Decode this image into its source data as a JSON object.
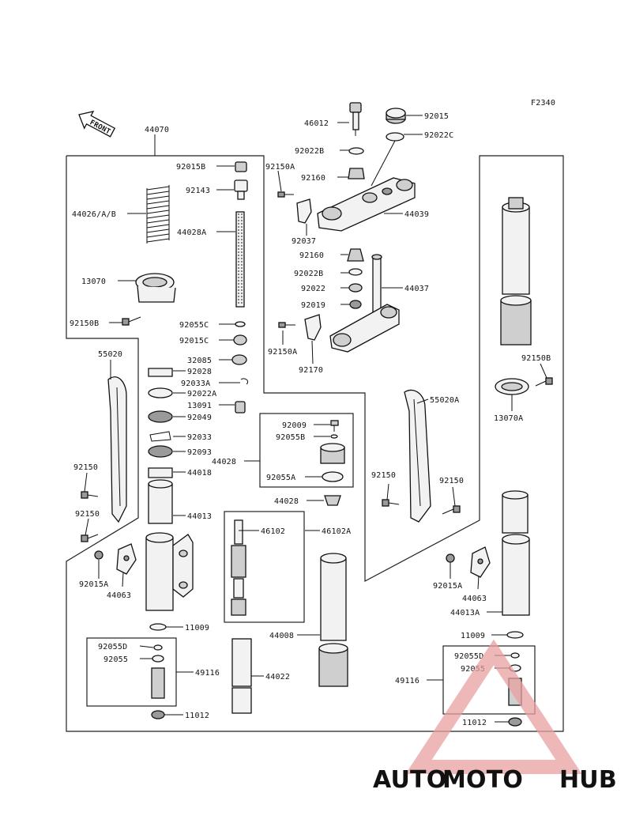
{
  "figure_code": "F2340",
  "front_label": "FRONT",
  "watermark": {
    "part1": "AUTO",
    "part2": "MOTO",
    "part3": "HUB",
    "color1": "#f0b040",
    "color2": "#e07070",
    "color3": "#555555"
  },
  "labels": {
    "l44070": "44070",
    "l46012": "46012",
    "l92015": "92015",
    "l92022C": "92022C",
    "l92015B_top": "92015B",
    "l92022B_a": "92022B",
    "l92150A_a": "92150A",
    "l92143": "92143",
    "l92160_a": "92160",
    "l44039": "44039",
    "l44026": "44026/A/B",
    "l44028A": "44028A",
    "l92037": "92037",
    "l92160_b": "92160",
    "l92022B_b": "92022B",
    "l44037": "44037",
    "l92022": "92022",
    "l92019": "92019",
    "l13070": "13070",
    "l92150B_l": "92150B",
    "l92055C": "92055C",
    "l92015C": "92015C",
    "l92150A_b": "92150A",
    "l92170": "92170",
    "l55020": "55020",
    "l32085": "32085",
    "l92028": "92028",
    "l92033A": "92033A",
    "l92022A": "92022A",
    "l13091": "13091",
    "l92049": "92049",
    "l92033": "92033",
    "l92093": "92093",
    "l44018": "44018",
    "l92009": "92009",
    "l92055B": "92055B",
    "l44028": "44028",
    "l92055A": "92055A",
    "l44028_b": "44028",
    "l92150_l1": "92150",
    "l92150_l2": "92150",
    "l44013": "44013",
    "l46102": "46102",
    "l46102A": "46102A",
    "l92015A_l": "92015A",
    "l44063_l": "44063",
    "l11009_l": "11009",
    "l44008": "44008",
    "l92055D_l": "92055D",
    "l92055_l": "92055",
    "l49116_l": "49116",
    "l44022": "44022",
    "l11012_l": "11012",
    "l92150B_r": "92150B",
    "l13070A": "13070A",
    "l55020A": "55020A",
    "l92150_r1": "92150",
    "l92150_r2": "92150",
    "l92015A_r": "92015A",
    "l44063_r": "44063",
    "l44013A": "44013A",
    "l11009_r": "11009",
    "l92055D_r": "92055D",
    "l92055_r": "92055",
    "l49116_r": "49116",
    "l11012_r": "11012"
  }
}
